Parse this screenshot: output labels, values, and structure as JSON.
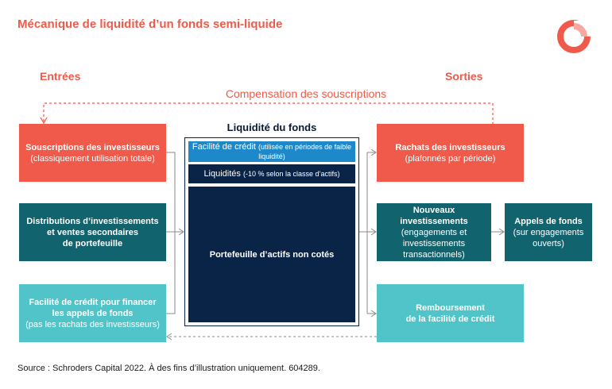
{
  "title": "Mécanique de liquidité d’un fonds semi-liquide",
  "inflows_heading": "Entrées",
  "outflows_heading": "Sorties",
  "compensation_label": "Compensation des souscriptions",
  "fund": {
    "title": "Liquidité du fonds",
    "credit_facility": {
      "label": "Facilité de crédit",
      "note": "(utilisée en périodes de faible liquidité)"
    },
    "cash": {
      "label": "Liquidités",
      "note": "(-10 % selon la classe d’actifs)"
    },
    "assets": "Portefeuille d’actifs non cotés"
  },
  "inflows": {
    "subscriptions": {
      "title": "Souscriptions des investisseurs",
      "note": "(classiquement utilisation totale)"
    },
    "distributions": {
      "line1": "Distributions d’investissements",
      "line2": "et ventes secondaires",
      "line3": "de portefeuille"
    },
    "credit": {
      "line1": "Facilité de crédit pour financer",
      "line2": "les appels de fonds",
      "note": "(pas les rachats des investisseurs)"
    }
  },
  "outflows": {
    "redemptions": {
      "title": "Rachats des investisseurs",
      "note": "(plafonnés par période)"
    },
    "new_investments": {
      "title": "Nouveaux investissements",
      "note1": "(engagements et",
      "note2": "investissements",
      "note3": "transactionnels)"
    },
    "capital_calls": {
      "title": "Appels de fonds",
      "note1": "(sur engagements",
      "note2": "ouverts)"
    },
    "repayment": {
      "line1": "Remboursement",
      "line2": "de la facilité de crédit"
    }
  },
  "source": "Source : Schroders Capital 2022. À des fins d’illustration uniquement. 604289.",
  "colors": {
    "coral": "#f05a4a",
    "dark_teal": "#11636e",
    "light_teal": "#50c4c9",
    "navy": "#0a2447",
    "blue": "#1e88c8"
  }
}
